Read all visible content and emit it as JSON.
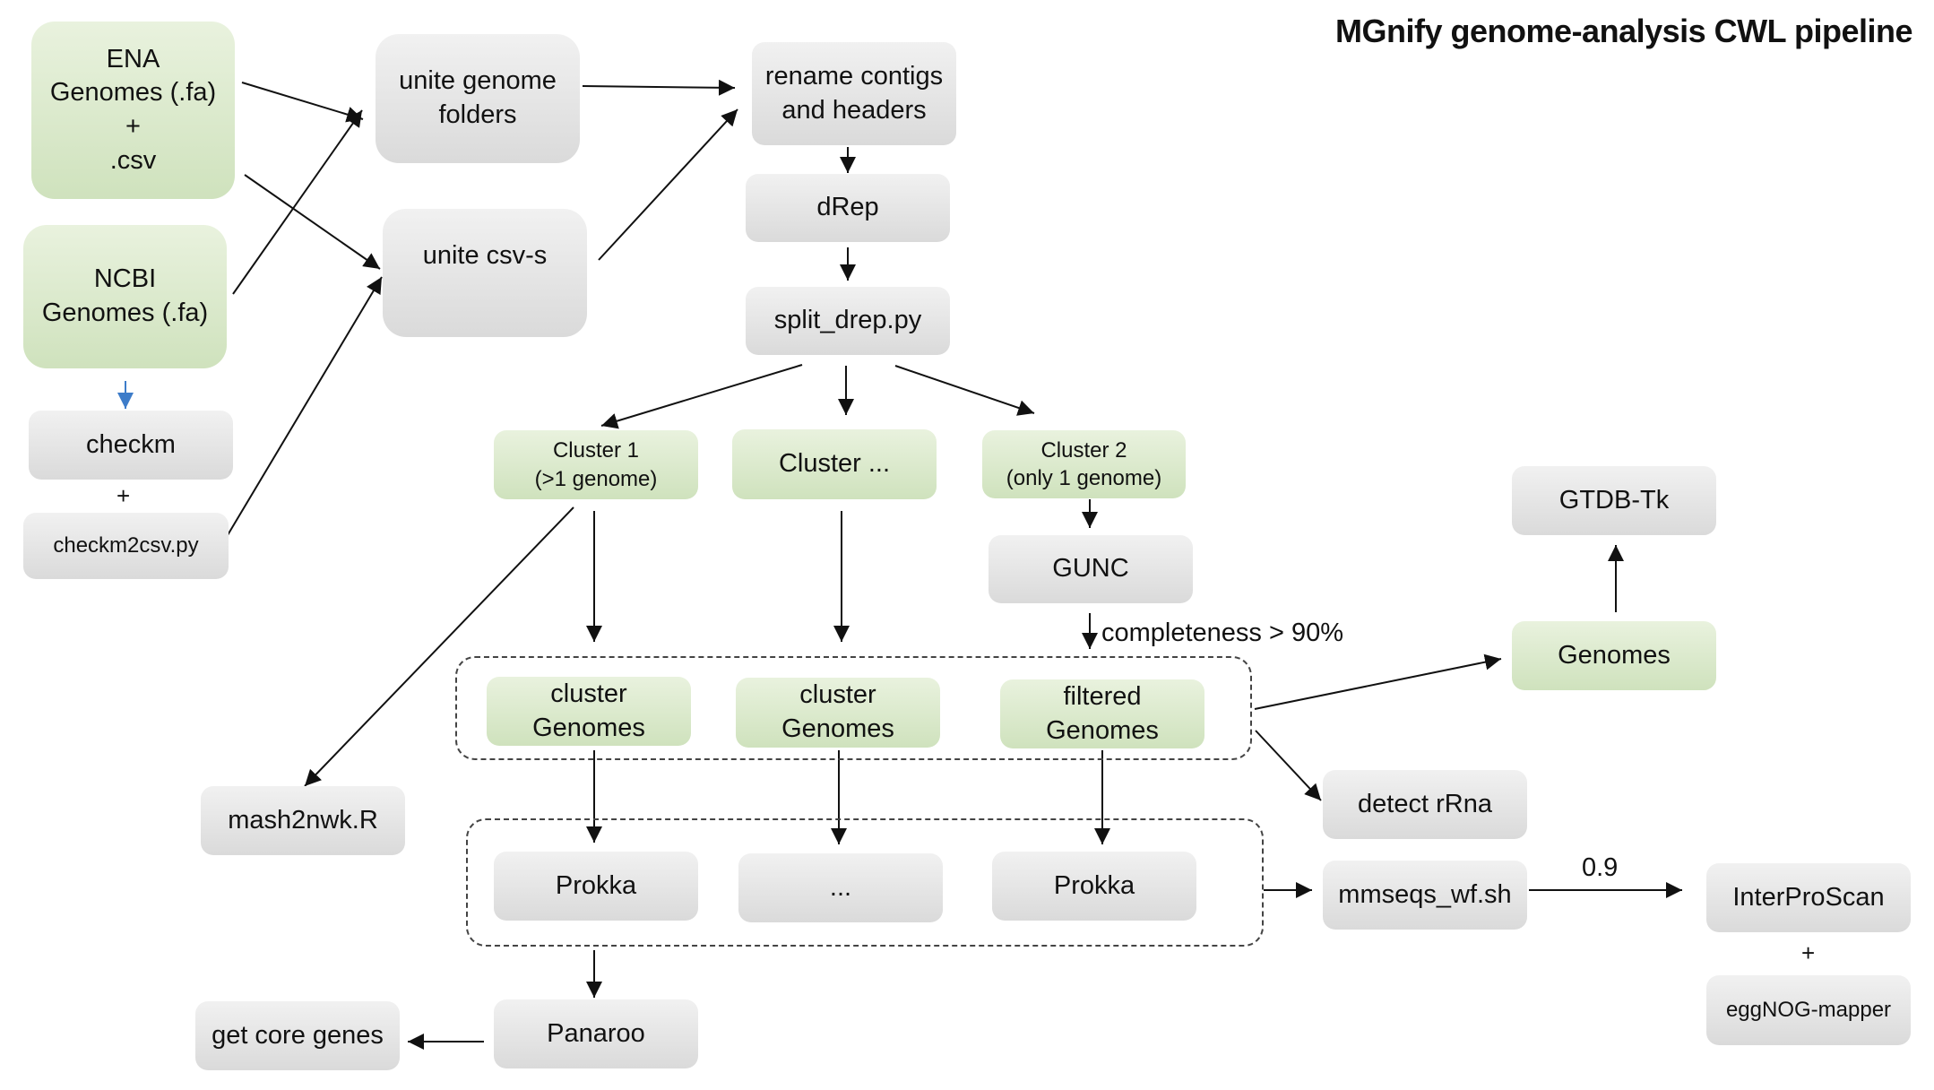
{
  "title": "MGnify genome-analysis CWL pipeline",
  "nodes": {
    "ena": "ENA\nGenomes (.fa)\n+\n.csv",
    "ncbi": "NCBI\nGenomes (.fa)",
    "checkm": "checkm",
    "checkm2csv": "checkm2csv.py",
    "unite_folders": "unite genome\nfolders",
    "unite_csv": "unite csv-s",
    "rename": "rename contigs\nand headers",
    "drep": "dRep",
    "split_drep": "split_drep.py",
    "cluster1": "Cluster 1\n(>1 genome)",
    "cluster_etc": "Cluster ...",
    "cluster2": "Cluster 2\n(only 1 genome)",
    "gunc": "GUNC",
    "cluster_genomes_1": "cluster\nGenomes",
    "cluster_genomes_2": "cluster\nGenomes",
    "filtered_genomes": "filtered\nGenomes",
    "genomes": "Genomes",
    "gtdbtk": "GTDB-Tk",
    "detect_rrna": "detect rRna",
    "mash2nwk": "mash2nwk.R",
    "prokka_1": "Prokka",
    "prokka_etc": "...",
    "prokka_2": "Prokka",
    "mmseqs": "mmseqs_wf.sh",
    "interproscan": "InterProScan",
    "eggnog": "eggNOG-mapper",
    "panaroo": "Panaroo",
    "core_genes": "get core genes"
  },
  "edge_labels": {
    "completeness": "completeness > 90%",
    "mmseqs_threshold": "0.9"
  },
  "plus_signs": {
    "checkm_plus": "+",
    "interpro_plus": "+"
  },
  "colors": {
    "grey_node": "#e3e3e3",
    "green_node": "#d8e8c9",
    "arrow": "#111111",
    "blue_arrow": "#3d7cc9"
  }
}
